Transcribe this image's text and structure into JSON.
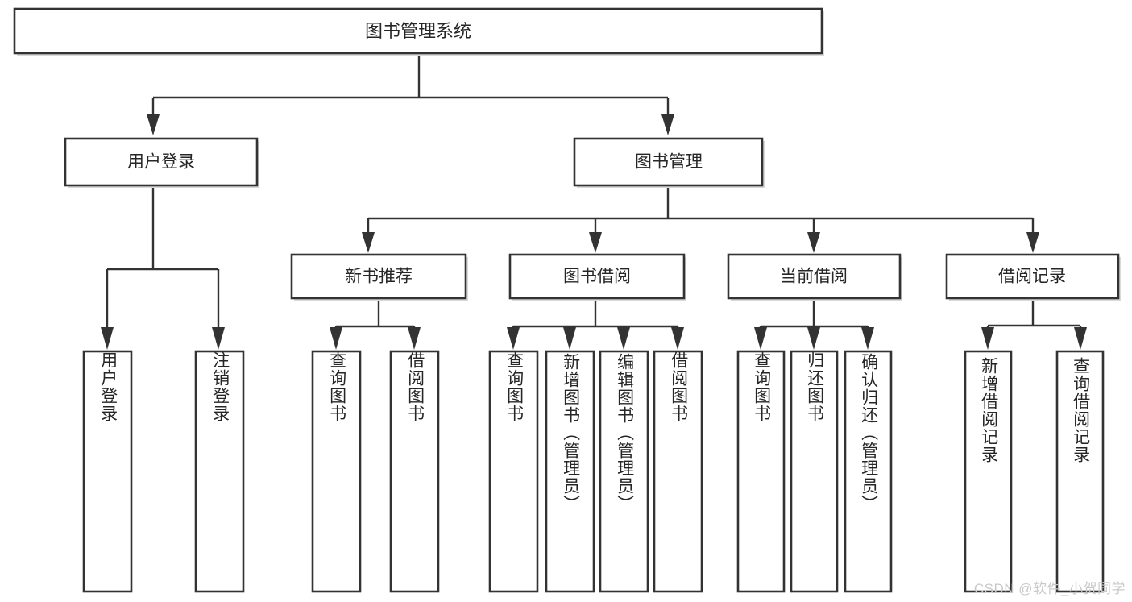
{
  "diagram": {
    "title": "图书管理系统",
    "type": "tree",
    "orientation": "top-down",
    "colors": {
      "box_stroke": "#333333",
      "box_fill": "#ffffff",
      "edge": "#333333",
      "text": "#262626",
      "watermark": "#c9c9c9",
      "background": "#ffffff"
    },
    "root": {
      "label": "图书管理系统",
      "name": "node-root-library-system"
    },
    "level2": [
      {
        "label": "用户登录",
        "name": "node-user-login"
      },
      {
        "label": "图书管理",
        "name": "node-book-management"
      }
    ],
    "level3": [
      {
        "label": "新书推荐",
        "name": "node-new-book-recommend"
      },
      {
        "label": "图书借阅",
        "name": "node-book-borrow"
      },
      {
        "label": "当前借阅",
        "name": "node-current-borrow"
      },
      {
        "label": "借阅记录",
        "name": "node-borrow-record"
      }
    ],
    "leaves": {
      "user_login": [
        {
          "label": "用户登录",
          "name": "leaf-user-login"
        },
        {
          "label": "注销登录",
          "name": "leaf-logout"
        }
      ],
      "new_book_recommend": [
        {
          "label": "查询图书",
          "name": "leaf-query-book-1"
        },
        {
          "label": "借阅图书",
          "name": "leaf-borrow-book-1"
        }
      ],
      "book_borrow": [
        {
          "label": "查询图书",
          "name": "leaf-query-book-2"
        },
        {
          "label": "新增图书（管理员）",
          "name": "leaf-add-book-admin"
        },
        {
          "label": "编辑图书（管理员）",
          "name": "leaf-edit-book-admin"
        },
        {
          "label": "借阅图书",
          "name": "leaf-borrow-book-2"
        }
      ],
      "current_borrow": [
        {
          "label": "查询图书",
          "name": "leaf-query-book-3"
        },
        {
          "label": "归还图书",
          "name": "leaf-return-book"
        },
        {
          "label": "确认归还（管理员）",
          "name": "leaf-confirm-return-admin"
        }
      ],
      "borrow_record": [
        {
          "label": "新增借阅记录",
          "name": "leaf-add-borrow-record"
        },
        {
          "label": "查询借阅记录",
          "name": "leaf-query-borrow-record"
        }
      ]
    }
  },
  "watermark": {
    "text": "CSDN @软件_小贺同学"
  }
}
